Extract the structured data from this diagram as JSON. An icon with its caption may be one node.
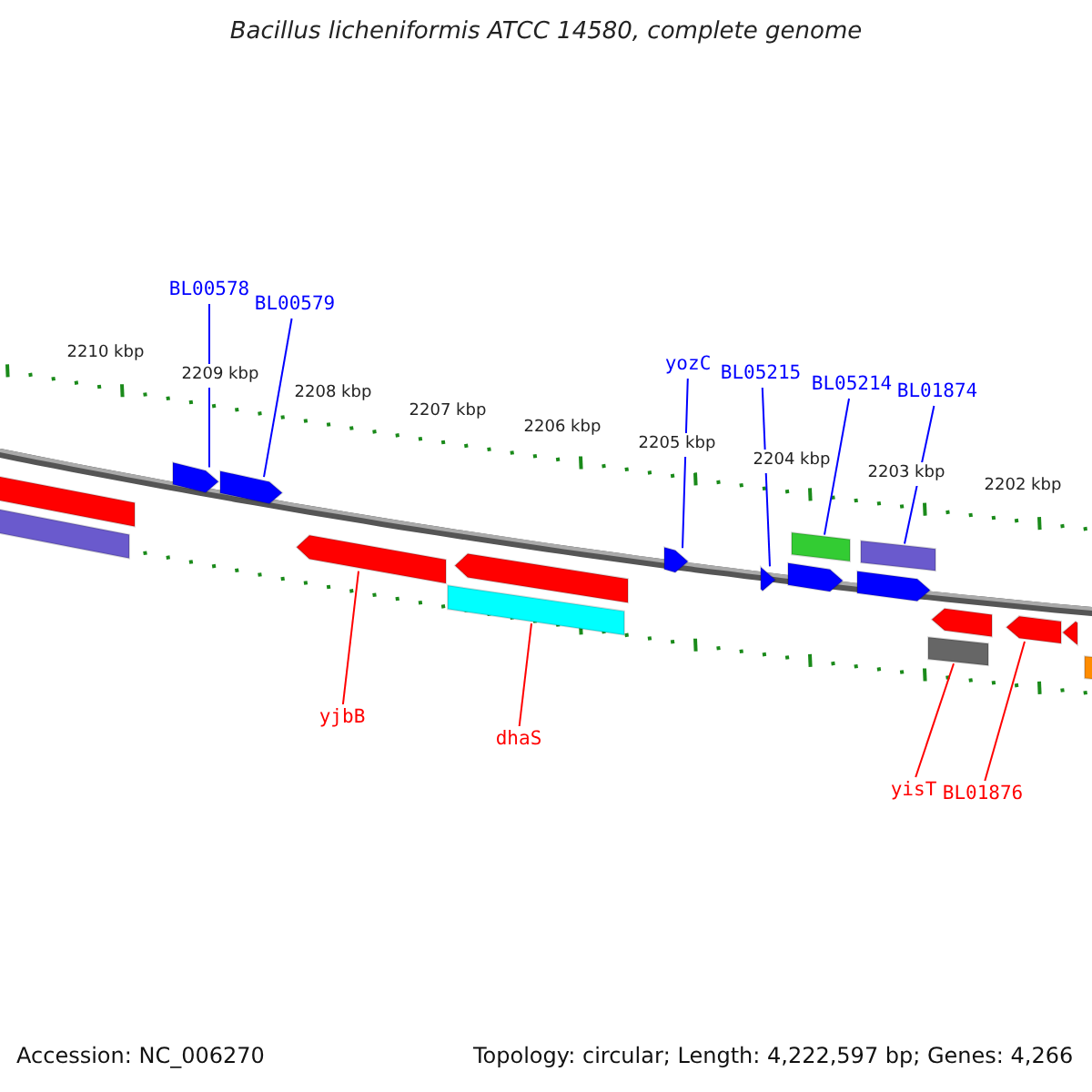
{
  "diagram": {
    "title": "Bacillus licheniformis ATCC 14580, complete genome",
    "nodes": [
      {
        "text": [
          "BL00578"
        ]
      },
      {
        "text": [
          "BL00579"
        ]
      },
      {
        "text": [
          "yozC"
        ]
      },
      {
        "text": [
          "BL05215"
        ]
      },
      {
        "text": [
          "BL05214"
        ]
      },
      {
        "text": [
          "BL01874"
        ]
      },
      {
        "text": [
          "yjbB"
        ]
      },
      {
        "text": [
          "dhaS"
        ]
      },
      {
        "text": [
          "yisT"
        ]
      },
      {
        "text": [
          "BL01876"
        ]
      },
      {
        "text": [],
        "shape": "bar"
      },
      {
        "text": [],
        "shape": "bar"
      },
      {
        "text": [],
        "shape": "bar"
      },
      {
        "text": [],
        "shape": "bar"
      },
      {
        "text": [],
        "shape": "bar"
      },
      {
        "text": [],
        "shape": "bar"
      },
      {
        "text": [],
        "shape": "bar"
      },
      {
        "text": [],
        "shape": "bar"
      },
      {
        "text": [],
        "shape": "bar"
      },
      {
        "text": [],
        "shape": "bar"
      },
      {
        "text": [],
        "shape": "bar"
      },
      {
        "text": [],
        "shape": "bar"
      },
      {
        "text": [],
        "shape": "bar"
      },
      {
        "text": [],
        "shape": "bar"
      },
      {
        "text": [],
        "shape": "bar"
      },
      {
        "text": [],
        "shape": "bar"
      },
      {
        "text": [],
        "shape": "bar"
      },
      {
        "text": [],
        "shape": "bar"
      }
    ],
    "edges": [
      {
        "from": 0,
        "to": 12,
        "arrow": "none"
      },
      {
        "from": 1,
        "to": 13,
        "arrow": "none"
      },
      {
        "from": 2,
        "to": 14,
        "arrow": "none"
      },
      {
        "from": 3,
        "to": 15,
        "arrow": "none"
      },
      {
        "from": 4,
        "to": 18,
        "arrow": "none"
      },
      {
        "from": 5,
        "to": 19,
        "arrow": "none"
      },
      {
        "from": 6,
        "to": 20,
        "arrow": "none",
        "color": "#ff0000"
      },
      {
        "from": 7,
        "to": 22,
        "arrow": "none",
        "color": "#ff0000"
      },
      {
        "from": 8,
        "to": 26,
        "arrow": "none",
        "color": "#ff0000"
      },
      {
        "from": 9,
        "to": 24,
        "arrow": "none",
        "color": "#ff0000"
      }
    ],
    "labels": [
      "2210 kbp",
      "2209 kbp",
      "2208 kbp",
      "2207 kbp",
      "2206 kbp",
      "2205 kbp",
      "2204 kbp",
      "2203 kbp",
      "2202 kbp",
      "Accession: NC_006270",
      "Topology: circular; Length: 4,222,597 bp; Genes: 4,266"
    ]
  }
}
